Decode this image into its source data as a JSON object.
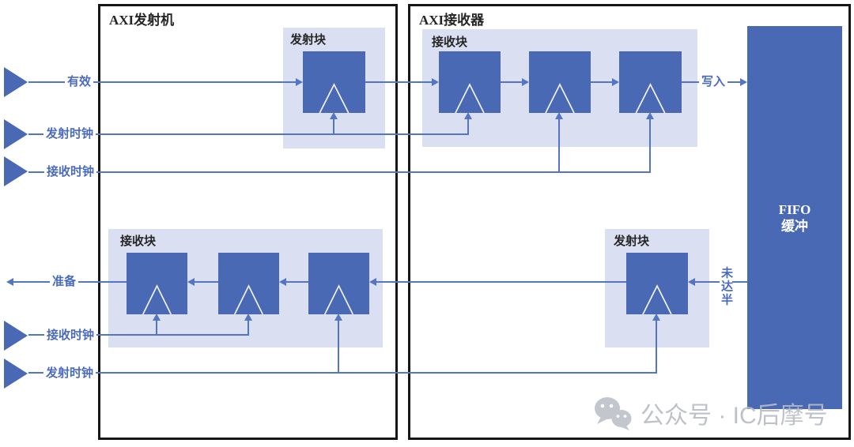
{
  "colors": {
    "block_blue": "#4a69b4",
    "line_blue": "#5474c4",
    "panel_light": "#dadff1",
    "box_border": "#161616",
    "watermark_gray": "#b9bcc3"
  },
  "transmitter": {
    "title": "AXI发射机",
    "top_block_label": "发射块",
    "bottom_block_label": "接收块"
  },
  "receiver": {
    "title": "AXI接收器",
    "top_block_label": "接收块",
    "bottom_block_label": "发射块"
  },
  "fifo": {
    "line1": "FIFO",
    "line2": "缓冲"
  },
  "signals": {
    "valid": "有效",
    "tx_clock_top": "发射时钟",
    "rx_clock_top": "接收时钟",
    "write": "写入",
    "ready": "准备",
    "rx_clock_bottom": "接收时钟",
    "tx_clock_bottom": "发射时钟",
    "not_half_full": "未达半"
  },
  "watermark": {
    "text": "公众号 · IC后摩号"
  }
}
